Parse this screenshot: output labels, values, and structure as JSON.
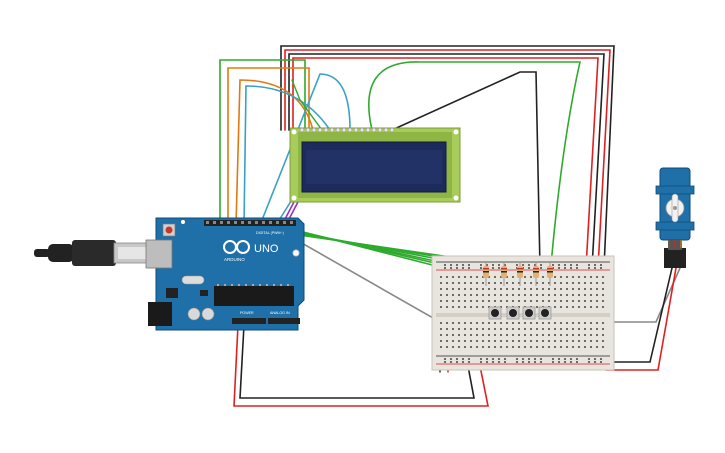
{
  "canvas": {
    "background": "#ffffff"
  },
  "arduino": {
    "logo_text": "UNO",
    "brand_text": "ARDUINO",
    "digital_header": "DIGITAL (PWM~)",
    "power_header": "POWER",
    "analog_header": "ANALOG IN",
    "color": "#1f6fa8"
  },
  "lcd": {
    "color_bezel": "#a7cc5a",
    "color_screen": "#1d2a5c"
  },
  "breadboard": {
    "color": "#e8e4de"
  },
  "servo": {
    "color": "#1f6fa8"
  },
  "usb": {
    "color": "#222222"
  },
  "wire_colors": {
    "red": "#e02020",
    "black": "#222222",
    "green": "#2eaa2e",
    "orange": "#e07a10",
    "blue": "#3aa0c8",
    "purple": "#9a30c0",
    "gray": "#888888"
  },
  "pushbuttons": 4,
  "resistors": 5
}
